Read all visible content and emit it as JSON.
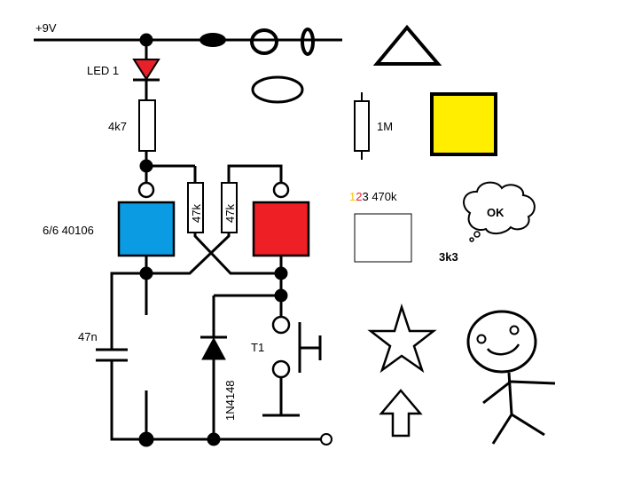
{
  "labels": {
    "supply": "+9V",
    "led": "LED 1",
    "r_led": "4k7",
    "ic": "6/6 40106",
    "r_fb_left": "47k",
    "r_fb_right": "47k",
    "cap": "47n",
    "diode": "1N4148",
    "switch": "T1",
    "r_1m": "1M",
    "color_code": {
      "d1": "1",
      "d2": "2",
      "d3": "3",
      "rest": " 470k"
    },
    "bubble_text": "OK",
    "r_3k3": "3k3"
  },
  "colors": {
    "led_fill": "#e8202a",
    "gate_left": "#0b9be3",
    "gate_right": "#ee1f25",
    "yellow_box": "#ffee00",
    "code_d1": "#f6c400",
    "code_d2": "#e8202a",
    "code_d3": "#000000"
  }
}
